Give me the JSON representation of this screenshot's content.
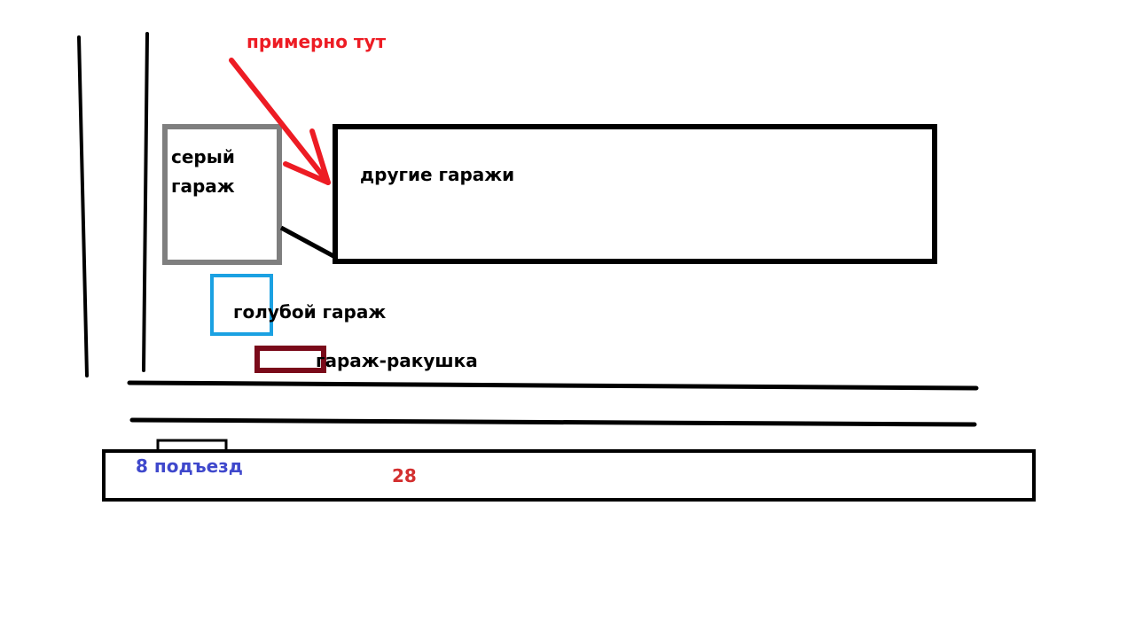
{
  "annotation": {
    "label": "примерно тут",
    "color": "#ed1c24"
  },
  "grey_garage": {
    "line1": "серый",
    "line2": "гараж",
    "color": "#7f7f7f"
  },
  "other_garages": {
    "label": "другие гаражи",
    "color": "#000000"
  },
  "blue_garage": {
    "label": "голубой гараж",
    "color": "#1ba1e2"
  },
  "shell_garage": {
    "label": "гараж-ракушка",
    "color": "#7a0a1a"
  },
  "building": {
    "entrance_label": "8 подъезд",
    "entrance_color": "#3f48cc",
    "number": "28",
    "number_color": "#d32f2f"
  }
}
